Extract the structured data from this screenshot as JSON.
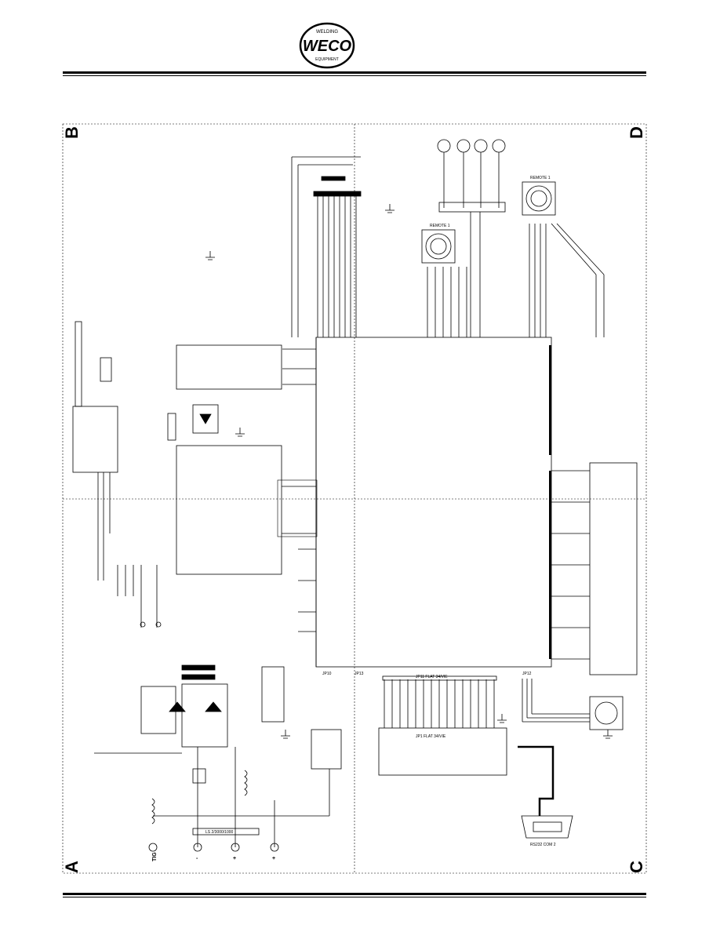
{
  "header": {
    "logo": {
      "brand": "WECO",
      "top_text": "WELDING",
      "bottom_text": "EQUIPMENT"
    }
  },
  "diagram": {
    "corner_labels": {
      "top_left": "B",
      "bottom_left": "A",
      "top_right": "D",
      "bottom_right": "C"
    },
    "labels": {
      "flat_cable_left": "JP11 FLAT 34/VIE",
      "flat_cable_bottom": "JP1 FLAT 34/VIE",
      "remote_top": "REMOTE 1",
      "remote_mid": "REMOTE 1",
      "serial_port": "RS232 COM 2",
      "tig_terminal": "TIG",
      "minus_terminal": "-",
      "plus_terminal_1": "+",
      "plus_terminal_2": "+",
      "jp_left": "JP10",
      "jp_mid": "JP13",
      "jp_right": "JP12",
      "shunt": "LS 2/3000/1000"
    }
  }
}
